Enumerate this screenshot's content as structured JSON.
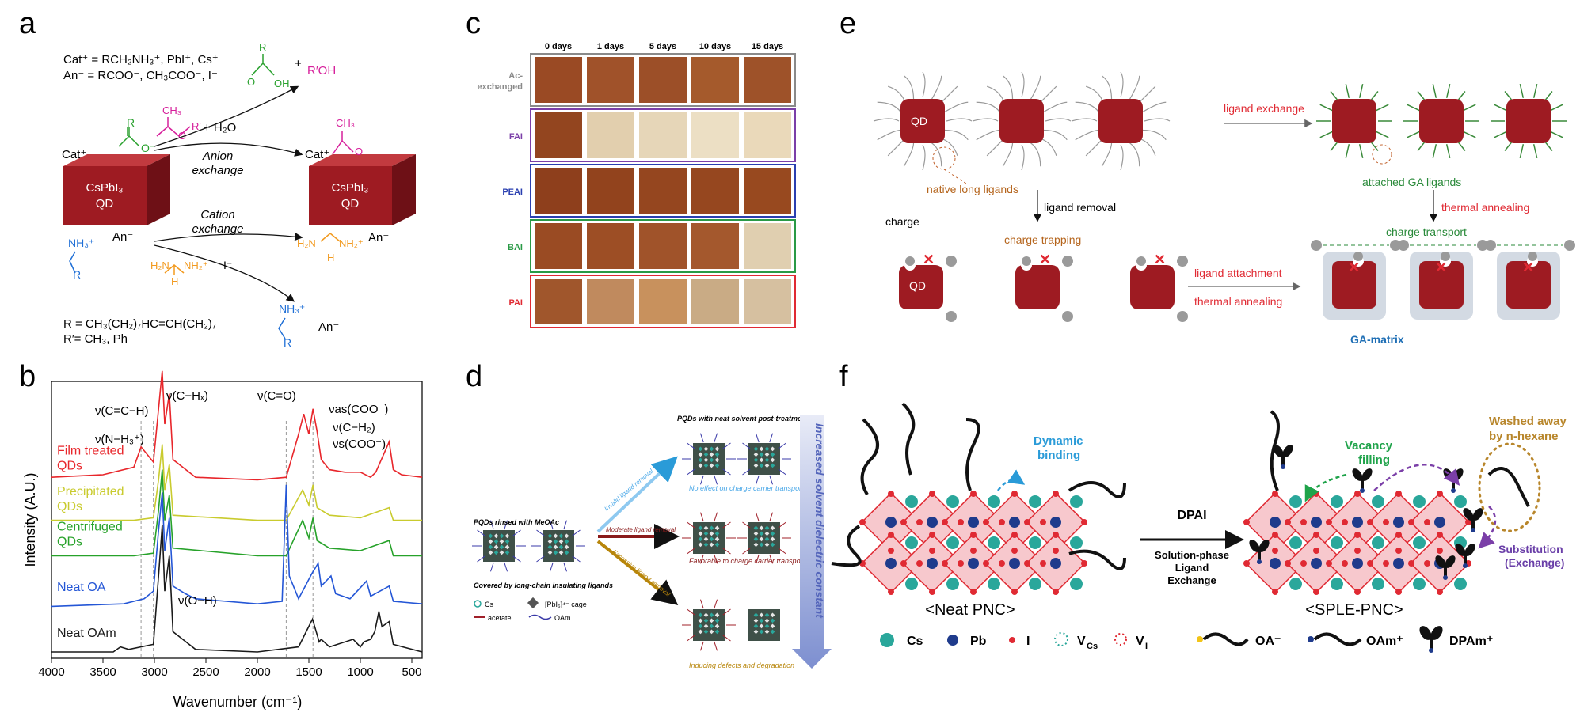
{
  "panel_labels": {
    "a": "a",
    "b": "b",
    "c": "c",
    "d": "d",
    "e": "e",
    "f": "f"
  },
  "panel_a": {
    "cat_def": "Cat⁺ = RCH₂NH₃⁺, PbI⁺, Cs⁺",
    "an_def": "An⁻ = RCOO⁻, CH₃COO⁻, I⁻",
    "reagent_h2o": "+ H₂O",
    "reagent_plus": "+",
    "roh": "R′OH",
    "anion_exchange_1": "Anion",
    "anion_exchange_2": "exchange",
    "cation_exchange_1": "Cation",
    "cation_exchange_2": "exchange",
    "cube_label_1": "CsPbI₃",
    "cube_label_2": "QD",
    "cat_left": "Cat⁺",
    "cat_right": "Cat⁺",
    "an_left": "An⁻",
    "an_right": "An⁻",
    "an_bottom": "An⁻",
    "iodide": "I⁻",
    "r_def": "R = CH₃(CH₂)₇HC=CH(CH₂)₇",
    "rp_def": "R′= CH₃, Ph"
  },
  "chart_data": {
    "type": "line",
    "xlabel": "Wavenumber (cm⁻¹)",
    "ylabel": "Intensity (A.U.)",
    "xlim": [
      4000,
      400
    ],
    "x_ticks": [
      "4000",
      "3500",
      "3000",
      "2500",
      "2000",
      "1500",
      "1000",
      "500"
    ],
    "x_tick_values": [
      4000,
      3500,
      3000,
      2500,
      2000,
      1500,
      1000,
      500
    ],
    "dashed_lines": [
      3130,
      3010,
      1720,
      1460
    ],
    "series": [
      {
        "name": "Film treated QDs",
        "label_lines": [
          "Film treated",
          "QDs"
        ],
        "color": "#e8262b",
        "offset": 0.66,
        "points": [
          [
            4000,
            0.03
          ],
          [
            3500,
            0.04
          ],
          [
            3200,
            0.07
          ],
          [
            3130,
            0.15
          ],
          [
            3050,
            0.11
          ],
          [
            3010,
            0.09
          ],
          [
            2960,
            0.3
          ],
          [
            2925,
            0.45
          ],
          [
            2900,
            0.24
          ],
          [
            2855,
            0.36
          ],
          [
            2820,
            0.1
          ],
          [
            2600,
            0.03
          ],
          [
            2000,
            0.02
          ],
          [
            1720,
            0.03
          ],
          [
            1600,
            0.2
          ],
          [
            1550,
            0.28
          ],
          [
            1500,
            0.2
          ],
          [
            1460,
            0.3
          ],
          [
            1420,
            0.21
          ],
          [
            1380,
            0.1
          ],
          [
            1300,
            0.06
          ],
          [
            1150,
            0.05
          ],
          [
            1000,
            0.05
          ],
          [
            900,
            0.03
          ],
          [
            850,
            0.05
          ],
          [
            720,
            0.17
          ],
          [
            680,
            0.06
          ],
          [
            600,
            0.04
          ],
          [
            400,
            0.03
          ]
        ]
      },
      {
        "name": "Precipitated QDs",
        "label_lines": [
          "Precipitated",
          "QDs"
        ],
        "color": "#c9cb2e",
        "offset": 0.5,
        "points": [
          [
            4000,
            0.02
          ],
          [
            3200,
            0.02
          ],
          [
            3010,
            0.03
          ],
          [
            2960,
            0.18
          ],
          [
            2925,
            0.32
          ],
          [
            2900,
            0.14
          ],
          [
            2855,
            0.24
          ],
          [
            2820,
            0.04
          ],
          [
            2000,
            0.02
          ],
          [
            1720,
            0.02
          ],
          [
            1560,
            0.14
          ],
          [
            1500,
            0.08
          ],
          [
            1460,
            0.16
          ],
          [
            1420,
            0.07
          ],
          [
            1300,
            0.04
          ],
          [
            1000,
            0.03
          ],
          [
            720,
            0.07
          ],
          [
            680,
            0.02
          ],
          [
            400,
            0.02
          ]
        ]
      },
      {
        "name": "Centrifuged QDs",
        "label_lines": [
          "Centrifuged",
          "QDs"
        ],
        "color": "#27a22a",
        "offset": 0.36,
        "points": [
          [
            4000,
            0.02
          ],
          [
            3200,
            0.02
          ],
          [
            3010,
            0.03
          ],
          [
            2960,
            0.2
          ],
          [
            2925,
            0.36
          ],
          [
            2900,
            0.16
          ],
          [
            2855,
            0.26
          ],
          [
            2820,
            0.05
          ],
          [
            2000,
            0.02
          ],
          [
            1720,
            0.02
          ],
          [
            1560,
            0.16
          ],
          [
            1500,
            0.09
          ],
          [
            1460,
            0.17
          ],
          [
            1420,
            0.08
          ],
          [
            1300,
            0.05
          ],
          [
            1000,
            0.04
          ],
          [
            720,
            0.08
          ],
          [
            680,
            0.02
          ],
          [
            400,
            0.02
          ]
        ]
      },
      {
        "name": "Neat OA",
        "label_lines": [
          "Neat OA"
        ],
        "color": "#2456d6",
        "offset": 0.18,
        "points": [
          [
            4000,
            0.0
          ],
          [
            3300,
            0.01
          ],
          [
            3100,
            0.03
          ],
          [
            3010,
            0.06
          ],
          [
            2960,
            0.3
          ],
          [
            2925,
            0.45
          ],
          [
            2900,
            0.22
          ],
          [
            2855,
            0.35
          ],
          [
            2820,
            0.08
          ],
          [
            2700,
            0.05
          ],
          [
            2600,
            0.03
          ],
          [
            2000,
            0.01
          ],
          [
            1760,
            0.02
          ],
          [
            1720,
            0.48
          ],
          [
            1690,
            0.12
          ],
          [
            1600,
            0.03
          ],
          [
            1470,
            0.13
          ],
          [
            1410,
            0.17
          ],
          [
            1380,
            0.08
          ],
          [
            1285,
            0.12
          ],
          [
            1240,
            0.05
          ],
          [
            1100,
            0.03
          ],
          [
            940,
            0.1
          ],
          [
            900,
            0.04
          ],
          [
            720,
            0.08
          ],
          [
            680,
            0.02
          ],
          [
            400,
            0.01
          ]
        ]
      },
      {
        "name": "Neat OAm",
        "label_lines": [
          "Neat OAm"
        ],
        "color": "#1a1a1a",
        "offset": 0.0,
        "points": [
          [
            4000,
            0.0
          ],
          [
            3400,
            0.0
          ],
          [
            3330,
            0.02
          ],
          [
            3250,
            0.01
          ],
          [
            3010,
            0.03
          ],
          [
            2960,
            0.3
          ],
          [
            2925,
            0.5
          ],
          [
            2900,
            0.24
          ],
          [
            2855,
            0.38
          ],
          [
            2820,
            0.08
          ],
          [
            2600,
            0.01
          ],
          [
            2000,
            0.0
          ],
          [
            1600,
            0.02
          ],
          [
            1465,
            0.13
          ],
          [
            1400,
            0.04
          ],
          [
            1380,
            0.05
          ],
          [
            1300,
            0.02
          ],
          [
            1070,
            0.05
          ],
          [
            1000,
            0.02
          ],
          [
            965,
            0.04
          ],
          [
            900,
            0.05
          ],
          [
            860,
            0.08
          ],
          [
            820,
            0.16
          ],
          [
            790,
            0.1
          ],
          [
            720,
            0.12
          ],
          [
            680,
            0.03
          ],
          [
            400,
            0.0
          ]
        ]
      }
    ],
    "annotations": {
      "cch": "ν(C=C−H)",
      "nh": "ν(N−H₃⁺)",
      "chx": "ν(C−Hₓ)",
      "co": "ν(C=O)",
      "coo_as": "νas(COO⁻)",
      "ch2": "ν(C−H₂)",
      "coo_s": "νs(COO⁻)",
      "oh": "ν(O−H)"
    }
  },
  "panel_c": {
    "days": [
      "0 days",
      "1 days",
      "5 days",
      "10 days",
      "15 days"
    ],
    "rows": [
      {
        "label_lines": [
          "Ac-",
          "exchanged"
        ],
        "color": "#8a8a8a",
        "cells": [
          "#9a4a24",
          "#a0522a",
          "#9c4f28",
          "#a55a2c",
          "#9e5229"
        ]
      },
      {
        "label_lines": [
          "FAI"
        ],
        "color": "#7b3fa8",
        "cells": [
          "#93451f",
          "#e2cfae",
          "#e6d6b8",
          "#ecdfc4",
          "#ead9ba"
        ]
      },
      {
        "label_lines": [
          "PEAI"
        ],
        "color": "#2a3fb0",
        "cells": [
          "#8e3f1c",
          "#92431d",
          "#95461f",
          "#96471f",
          "#98491f"
        ]
      },
      {
        "label_lines": [
          "BAI"
        ],
        "color": "#2a9a46",
        "cells": [
          "#9a4b23",
          "#9d4e25",
          "#a0532a",
          "#a4582d",
          "#e0cfb0"
        ]
      },
      {
        "label_lines": [
          "PAI"
        ],
        "color": "#e02a33",
        "cells": [
          "#a0562c",
          "#c08a5e",
          "#c8915d",
          "#c9ab85",
          "#d6c0a0"
        ]
      }
    ]
  },
  "panel_d": {
    "title_top": "PQDs with neat solvent post-treatment",
    "rinsed": "PQDs rinsed with MeOAc",
    "covered": "Covered by long-chain insulating ligands",
    "invalid": "Invalid ligand removal",
    "moderate": "Moderate ligand removal",
    "excessive": "Excessive ligand removal",
    "no_effect": "No effect on charge carrier transport",
    "favorable": "Favorable to charge carrier transport",
    "defects": "Inducing defects and degradation",
    "solvent": "Increased solvent dielectric constant",
    "legend_cs": "Cs",
    "legend_cage": "[PbI₆]⁴⁻ cage",
    "legend_acetate": "acetate",
    "legend_oam": "OAm"
  },
  "panel_e": {
    "qd": "QD",
    "native": "native long ligands",
    "ligand_exchange": "ligand exchange",
    "attached": "attached GA ligands",
    "ligand_removal": "ligand removal",
    "thermal_annealing_1": "thermal annealing",
    "charge": "charge",
    "charge_trapping": "charge trapping",
    "charge_transport": "charge transport",
    "ligand_attachment": "ligand attachment",
    "thermal_annealing_2": "thermal annealing",
    "ga_matrix": "GA-matrix"
  },
  "panel_f": {
    "dynamic_1": "Dynamic",
    "dynamic_2": "binding",
    "dpai": "DPAI",
    "spl_1": "Solution-phase",
    "spl_2": "Ligand",
    "spl_3": "Exchange",
    "vacancy_1": "Vacancy",
    "vacancy_2": "filling",
    "washed_1": "Washed away",
    "washed_2": "by n-hexane",
    "subst_1": "Substitution",
    "subst_2": "(Exchange)",
    "neat_pnc": "<Neat PNC>",
    "sple_pnc": "<SPLE-PNC>",
    "legend": {
      "cs": "Cs",
      "pb": "Pb",
      "i": "I",
      "vcs": "V",
      "vcs_sub": "Cs",
      "vi": "V",
      "vi_sub": "I",
      "oa": "OA⁻",
      "oam": "OAm⁺",
      "dpam": "DPAm⁺"
    }
  },
  "colors": {
    "qd_red": "#9e1b22",
    "teal": "#2aa79b",
    "navy": "#1f3b8c",
    "red": "#e02a33"
  }
}
